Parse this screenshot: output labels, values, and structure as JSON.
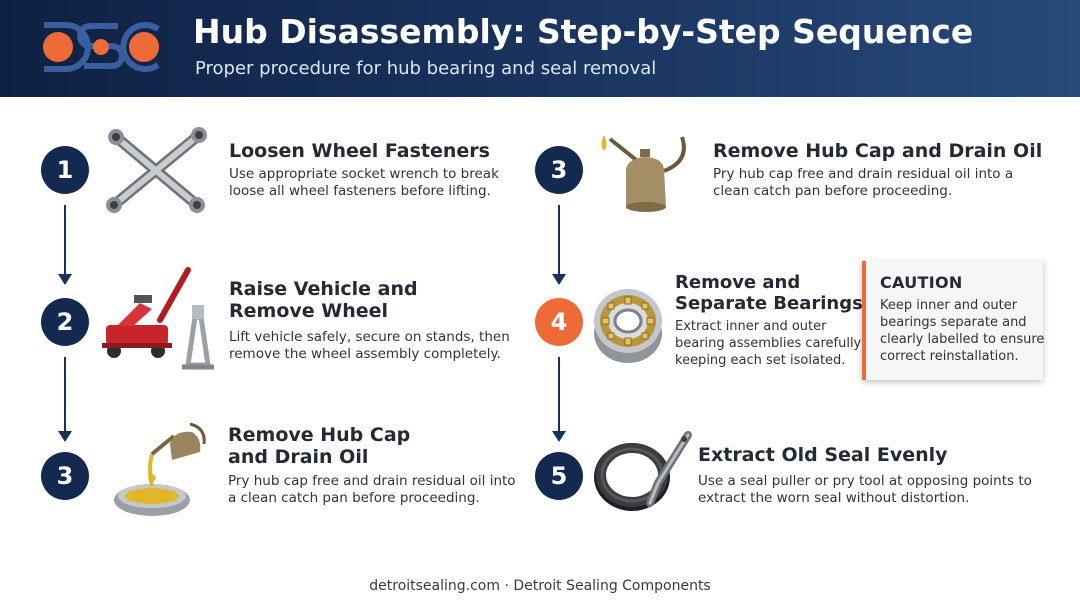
{
  "header": {
    "title": "Hub Disassembly: Step-by-Step Sequence",
    "subtitle": "Proper procedure for hub bearing and seal removal"
  },
  "colors": {
    "header_dark": "#0e2142",
    "header_light": "#274a7a",
    "badge_navy": "#13294f",
    "accent_orange": "#ee6a36"
  },
  "steps_left": [
    {
      "number": "1",
      "title": [
        "Loosen Wheel Fasteners"
      ],
      "description": [
        "Use appropriate socket wrench to break",
        "loose all wheel fasteners before lifting."
      ],
      "icon": "lug-wrench-icon"
    },
    {
      "number": "2",
      "title": [
        "Raise Vehicle and",
        "Remove Wheel"
      ],
      "description": [
        "Lift vehicle safely, secure on stands, then",
        "remove the wheel assembly completely."
      ],
      "icon": "floor-jack-icon"
    },
    {
      "number": "3",
      "title": [
        "Remove Hub Cap",
        "and Drain Oil"
      ],
      "description": [
        "Pry hub cap free and drain residual oil into",
        "a clean catch pan before proceeding."
      ],
      "icon": "oil-can-pan-icon"
    }
  ],
  "steps_right": [
    {
      "number": "3",
      "title": [
        "Remove Hub Cap and Drain Oil"
      ],
      "description": [
        "Pry hub cap free and drain residual oil into a",
        "clean catch pan before proceeding."
      ],
      "icon": "oil-can-icon"
    },
    {
      "number": "4",
      "title": [
        "Remove and",
        "Separate Bearings"
      ],
      "description": [
        "Extract inner and outer",
        "bearing assemblies carefully,",
        "keeping each set isolated."
      ],
      "icon": "tapered-bearing-icon"
    },
    {
      "number": "5",
      "title": [
        "Extract Old Seal Evenly"
      ],
      "description": [
        "Use a seal puller or pry tool at opposing points to",
        "extract the worn seal without distortion."
      ],
      "icon": "seal-puller-icon"
    }
  ],
  "caution": {
    "title": "CAUTION",
    "text": [
      "Keep inner and outer",
      "bearings separate and",
      "clearly labelled to ensure",
      "correct reinstallation."
    ]
  },
  "footer": "detroitsealing.com · Detroit Sealing Components"
}
